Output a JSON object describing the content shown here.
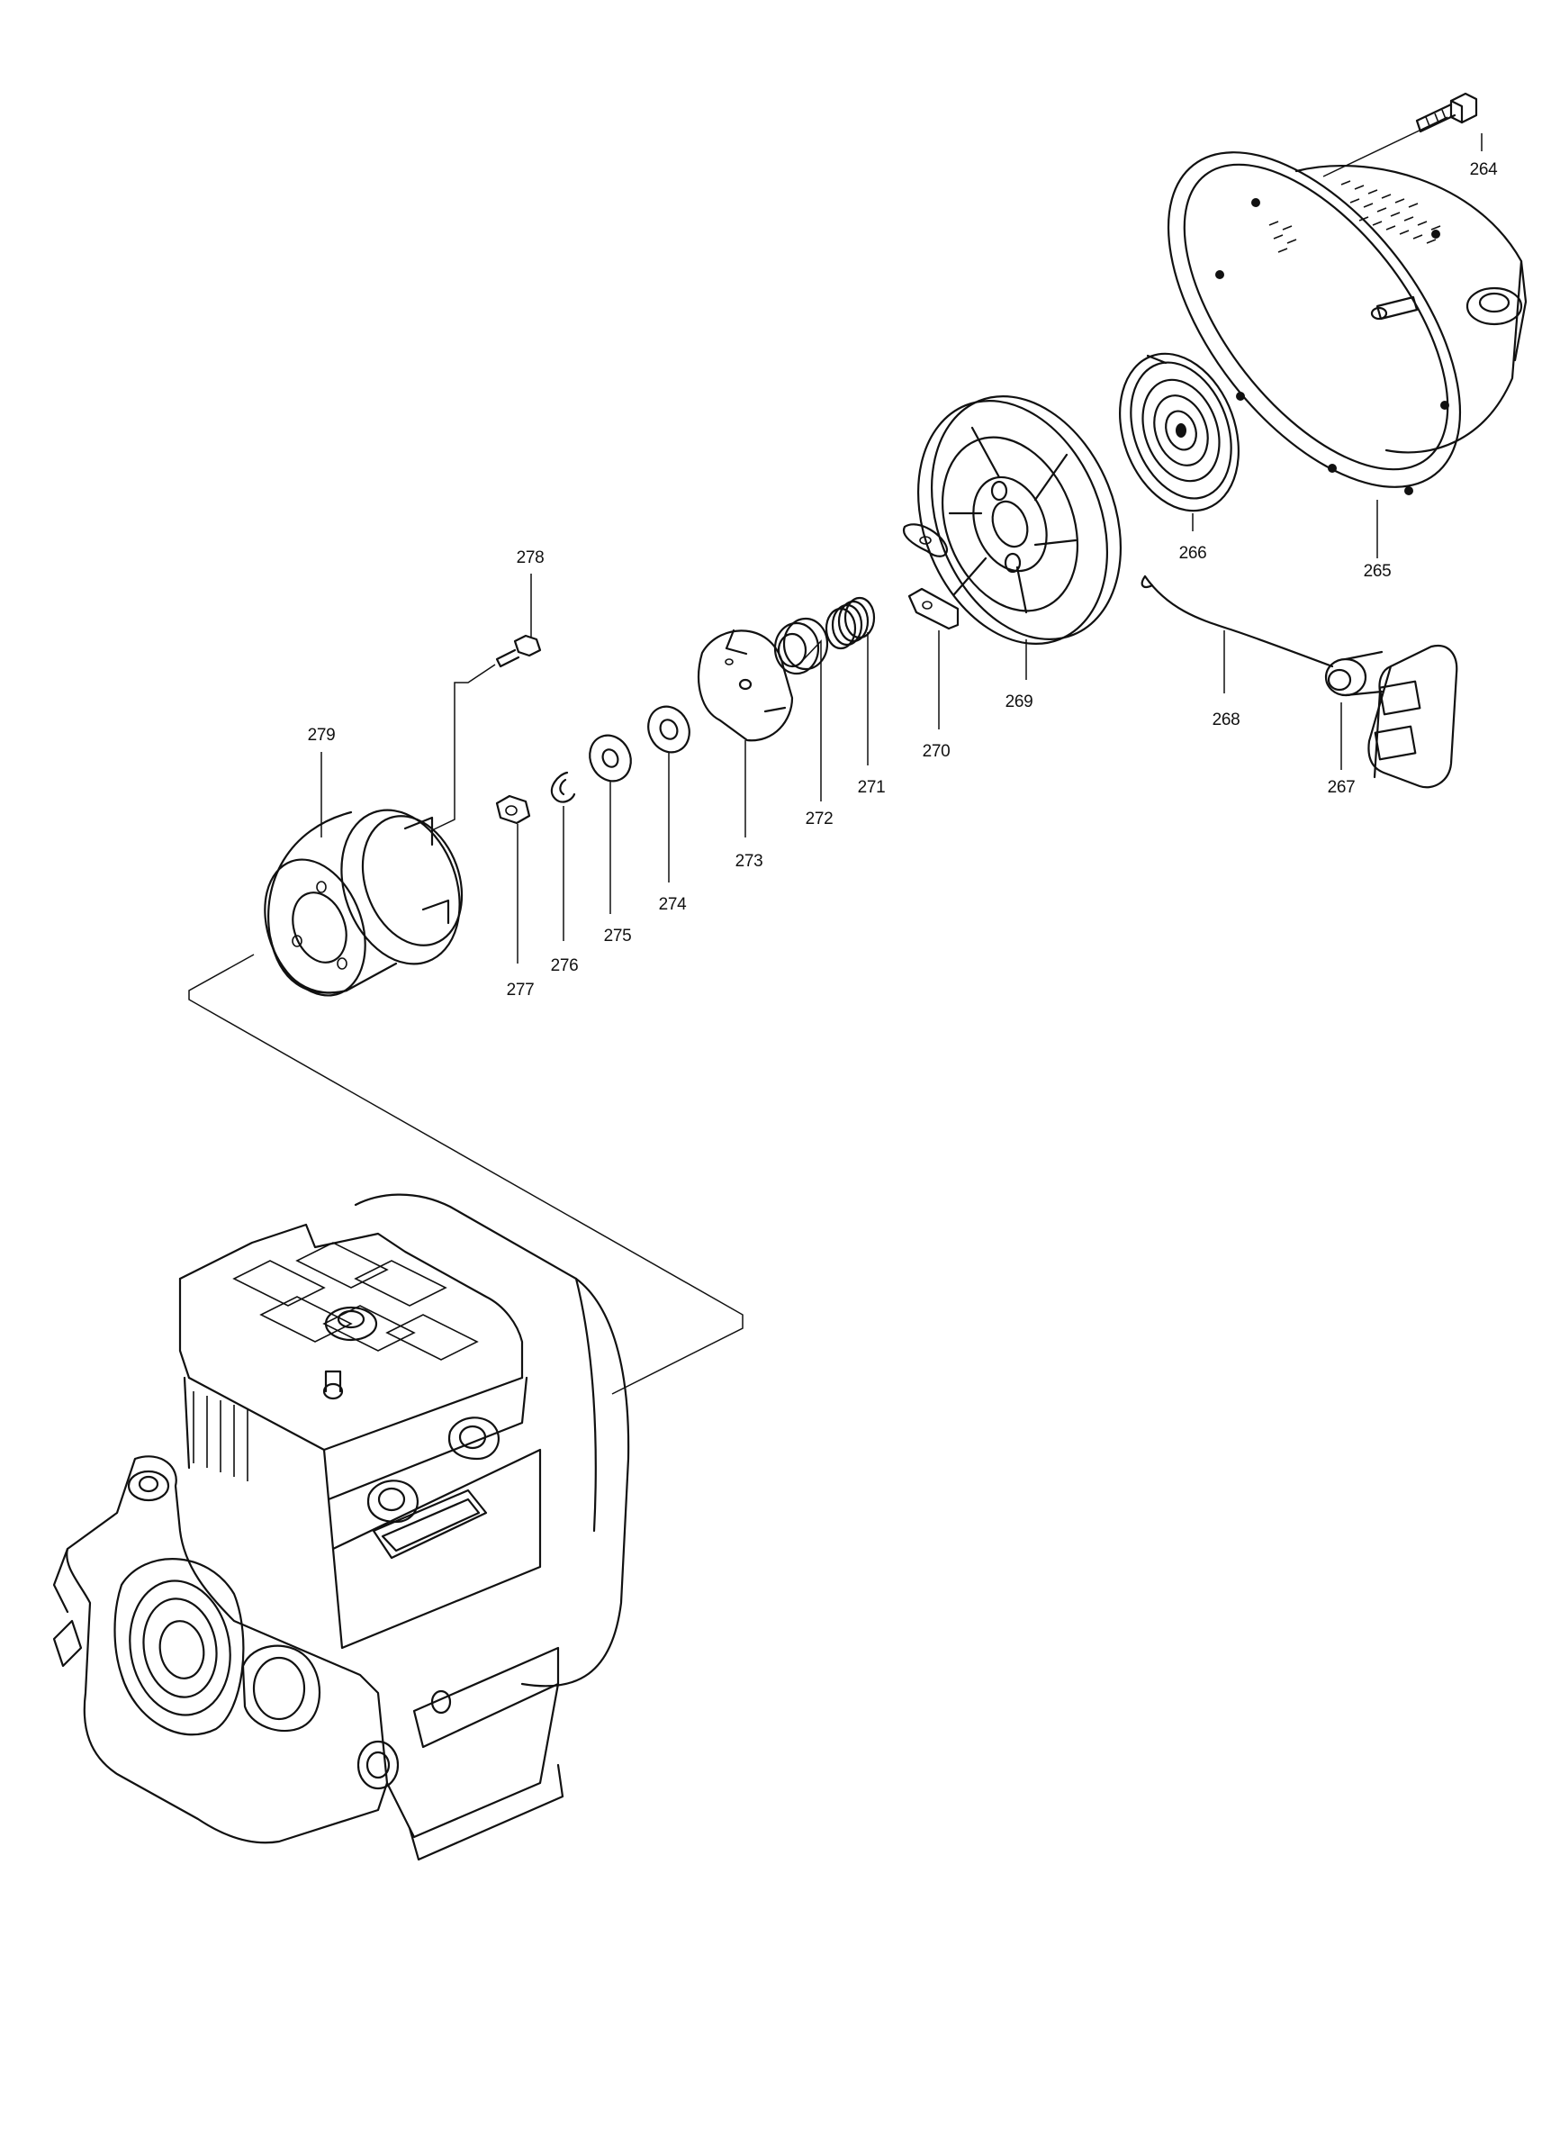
{
  "diagram": {
    "part_labels": [
      {
        "number": "264"
      },
      {
        "number": "265"
      },
      {
        "number": "266"
      },
      {
        "number": "267"
      },
      {
        "number": "268"
      },
      {
        "number": "269"
      },
      {
        "number": "270"
      },
      {
        "number": "271"
      },
      {
        "number": "272"
      },
      {
        "number": "273"
      },
      {
        "number": "274"
      },
      {
        "number": "275"
      },
      {
        "number": "276"
      },
      {
        "number": "277"
      },
      {
        "number": "278"
      },
      {
        "number": "279"
      }
    ]
  }
}
